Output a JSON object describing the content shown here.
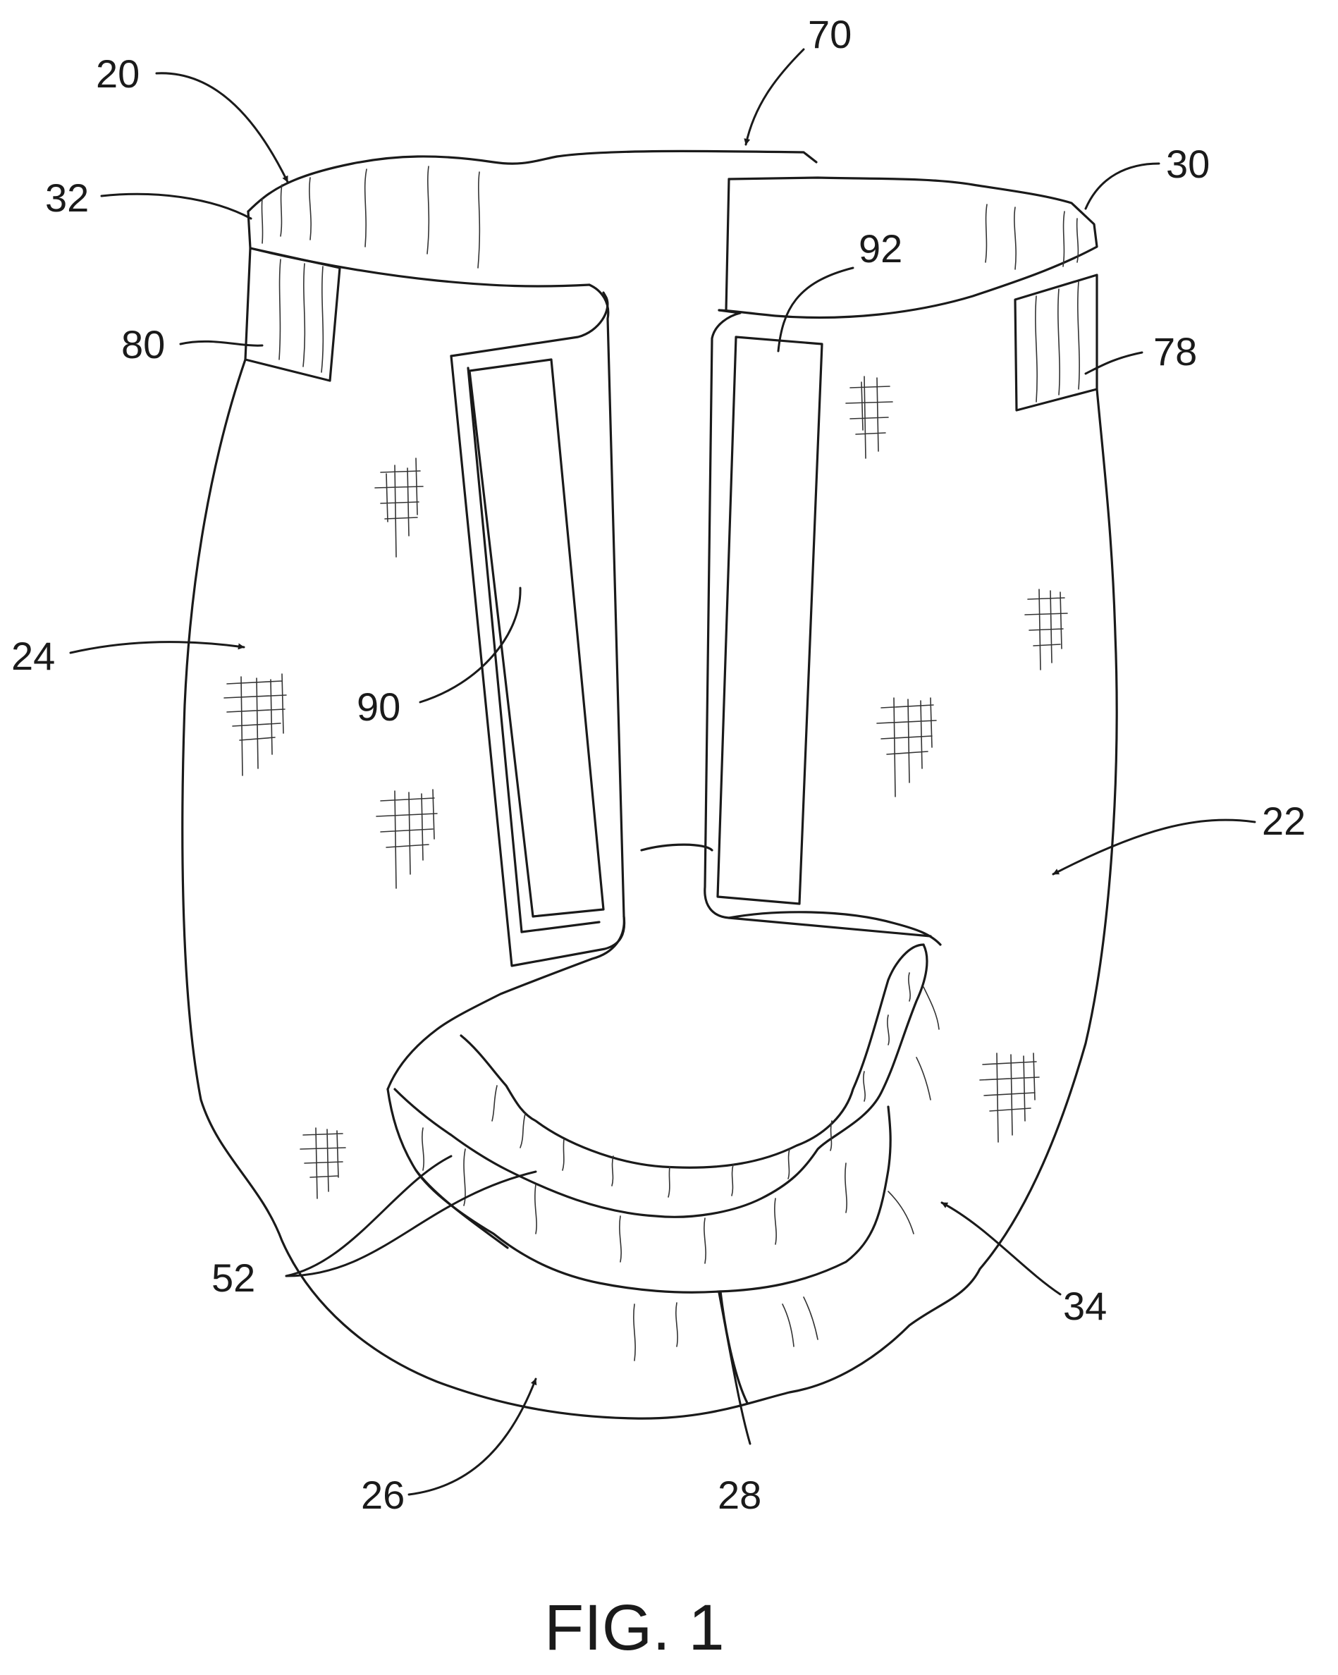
{
  "figure": {
    "caption": "FIG. 1",
    "reference_numerals": {
      "r20": "20",
      "r70": "70",
      "r30": "30",
      "r32": "32",
      "r92": "92",
      "r80": "80",
      "r78": "78",
      "r24": "24",
      "r90": "90",
      "r22": "22",
      "r52": "52",
      "r34": "34",
      "r26": "26",
      "r28": "28"
    }
  }
}
